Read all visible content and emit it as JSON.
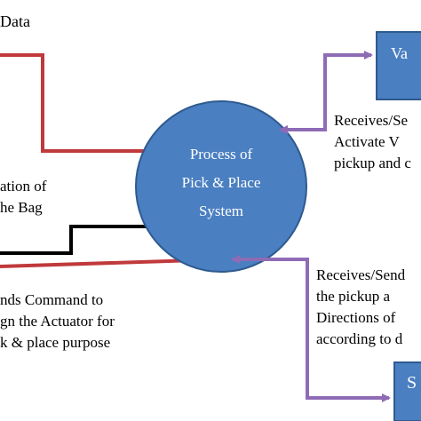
{
  "top_left_label": "Data",
  "center_process": {
    "line1": "Process of",
    "line2": "Pick & Place",
    "line3": "System",
    "fill": "#4a7fc1",
    "stroke": "#2e5a8f"
  },
  "top_right_box": {
    "label": "Va",
    "fill": "#4a7fc1",
    "stroke": "#2e5a8f"
  },
  "bottom_right_box": {
    "label": "S",
    "fill": "#4a7fc1",
    "stroke": "#2e5a8f"
  },
  "left_mid_text": {
    "line1": "ation  of",
    "line2": "he Bag"
  },
  "left_bottom_text": {
    "line1": "nds  Command  to",
    "line2": "gn  the  Actuator  for",
    "line3": "k & place purpose"
  },
  "right_top_text": {
    "line1": "Receives/Se",
    "line2": "Activate    V",
    "line3": "pickup and c"
  },
  "right_bottom_text": {
    "line1": "Receives/Send",
    "line2": "the  pickup  a",
    "line3": "Directions  of",
    "line4": "according to d"
  },
  "colors": {
    "red_arrow": "#c0393b",
    "purple_arrow": "#8e6bb5",
    "black_line": "#000000"
  }
}
